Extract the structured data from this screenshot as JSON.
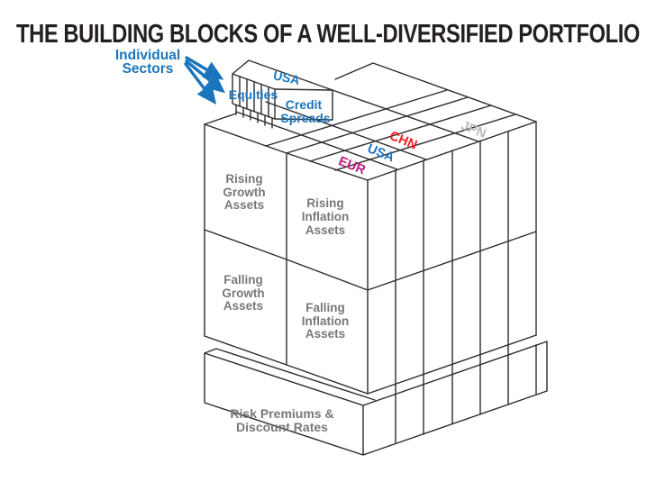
{
  "title": "THE BUILDING BLOCKS OF A WELL-DIVERSIFIED PORTFOLIO",
  "colors": {
    "line": "#2e2b2c",
    "label_gray": "#77787b",
    "callout_blue": "#1b75bc",
    "eur_magenta": "#c0187f",
    "usa_blue": "#1b75bc",
    "chn_red": "#ed1c24",
    "jpn_gray": "#b5b7ba",
    "title_color": "#242021"
  },
  "callout": {
    "lines": [
      "Individual",
      "Sectors"
    ]
  },
  "mini_block": {
    "top_label": "USA",
    "left_label": "Equities",
    "front_lines": [
      "Credit",
      "Spreads"
    ]
  },
  "top_slices": [
    {
      "label": "EUR",
      "color": "#c0187f"
    },
    {
      "label": "USA",
      "color": "#1b75bc"
    },
    {
      "label": "CHN",
      "color": "#ed1c24"
    },
    {
      "label": "JPN",
      "color": "#b5b7ba"
    }
  ],
  "faces": {
    "rising_growth": [
      "Rising",
      "Growth",
      "Assets"
    ],
    "rising_inflation": [
      "Rising",
      "Inflation",
      "Assets"
    ],
    "falling_growth": [
      "Falling",
      "Growth",
      "Assets"
    ],
    "falling_inflation": [
      "Falling",
      "Inflation",
      "Assets"
    ],
    "base": [
      "Risk Premiums &",
      "Discount Rates"
    ]
  }
}
